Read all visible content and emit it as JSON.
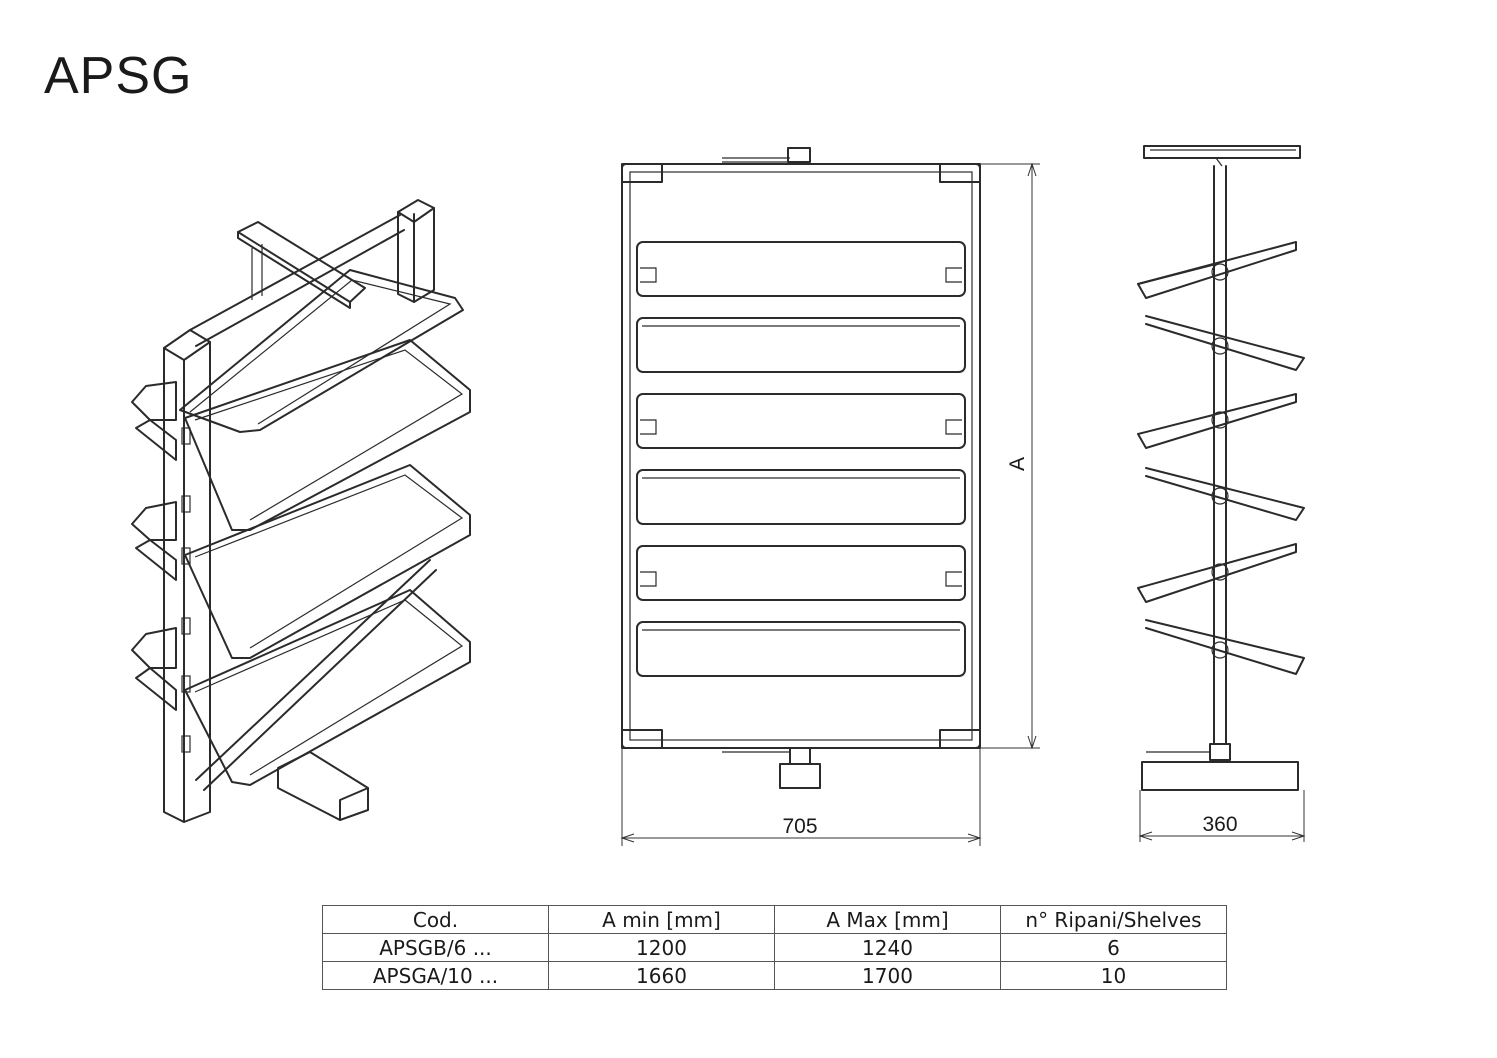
{
  "title": "APSG",
  "dimensions": {
    "height_label": "A",
    "width_label": "705",
    "depth_label": "360"
  },
  "table": {
    "headers": [
      "Cod.",
      "A min [mm]",
      "A Max [mm]",
      "n° Ripani/Shelves"
    ],
    "rows": [
      [
        "APSGB/6 ...",
        "1200",
        "1240",
        "6"
      ],
      [
        "APSGA/10 ...",
        "1660",
        "1700",
        "10"
      ]
    ]
  }
}
